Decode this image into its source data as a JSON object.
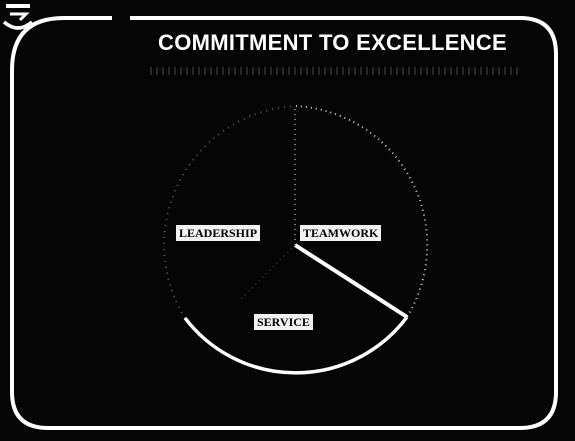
{
  "slide": {
    "title": "COMMITMENT TO EXCELLENCE",
    "logo_icon": "logo-icon"
  },
  "chart_data": {
    "type": "pie",
    "title": "",
    "slices": [
      {
        "label": "TEAMWORK",
        "value": 33.3
      },
      {
        "label": "SERVICE",
        "value": 33.3
      },
      {
        "label": "LEADERSHIP",
        "value": 33.3
      }
    ]
  },
  "colors": {
    "background": "#050505",
    "foreground": "#ffffff",
    "label_box": "#f2f2f2"
  }
}
